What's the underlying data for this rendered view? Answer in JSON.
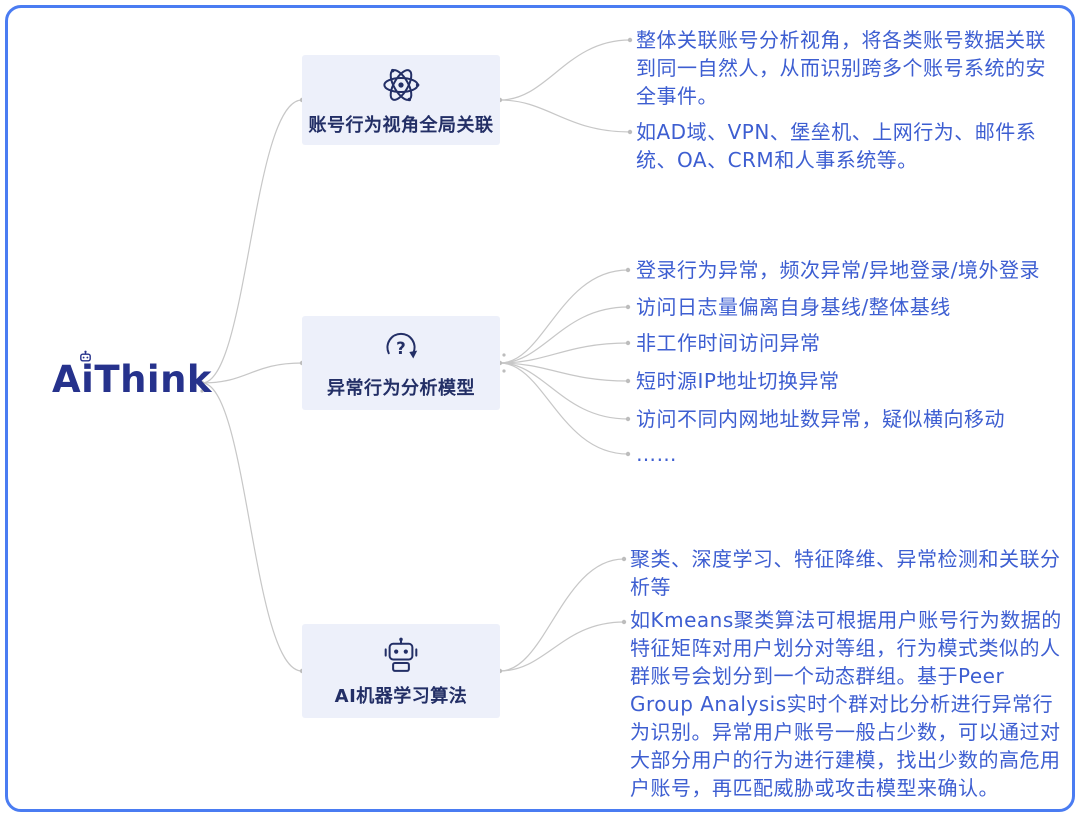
{
  "colors": {
    "frame_border": "#4a7cf2",
    "node_bg": "#edf0fa",
    "node_text": "#232f66",
    "leaf_text": "#3d5ed1",
    "root_text": "#26328c",
    "line": "#c7c7c7"
  },
  "root": {
    "label": "AiThink",
    "parts": [
      "A",
      "i",
      "Think"
    ]
  },
  "branches": [
    {
      "title": "账号行为视角全局关联",
      "icon": "atom-icon",
      "leaves": [
        "整体关联账号分析视角，将各类账号数据关联到同一自然人，从而识别跨多个账号系统的安全事件。",
        "如AD域、VPN、堡垒机、上网行为、邮件系统、OA、CRM和人事系统等。"
      ]
    },
    {
      "title": "异常行为分析模型",
      "icon": "refresh-question-icon",
      "leaves": [
        "登录行为异常，频次异常/异地登录/境外登录",
        "访问日志量偏离自身基线/整体基线",
        "非工作时间访问异常",
        "短时源IP地址切换异常",
        "访问不同内网地址数异常，疑似横向移动",
        "……"
      ]
    },
    {
      "title": "AI机器学习算法",
      "icon": "robot-icon",
      "leaves": [
        "聚类、深度学习、特征降维、异常检测和关联分析等",
        "如Kmeans聚类算法可根据用户账号行为数据的特征矩阵对用户划分对等组，行为模式类似的人群账号会划分到一个动态群组。基于Peer Group Analysis实时个群对比分析进行异常行为识别。异常用户账号一般占少数，可以通过对大部分用户的行为进行建模，找出少数的高危用户账号，再匹配威胁或攻击模型来确认。"
      ]
    }
  ]
}
